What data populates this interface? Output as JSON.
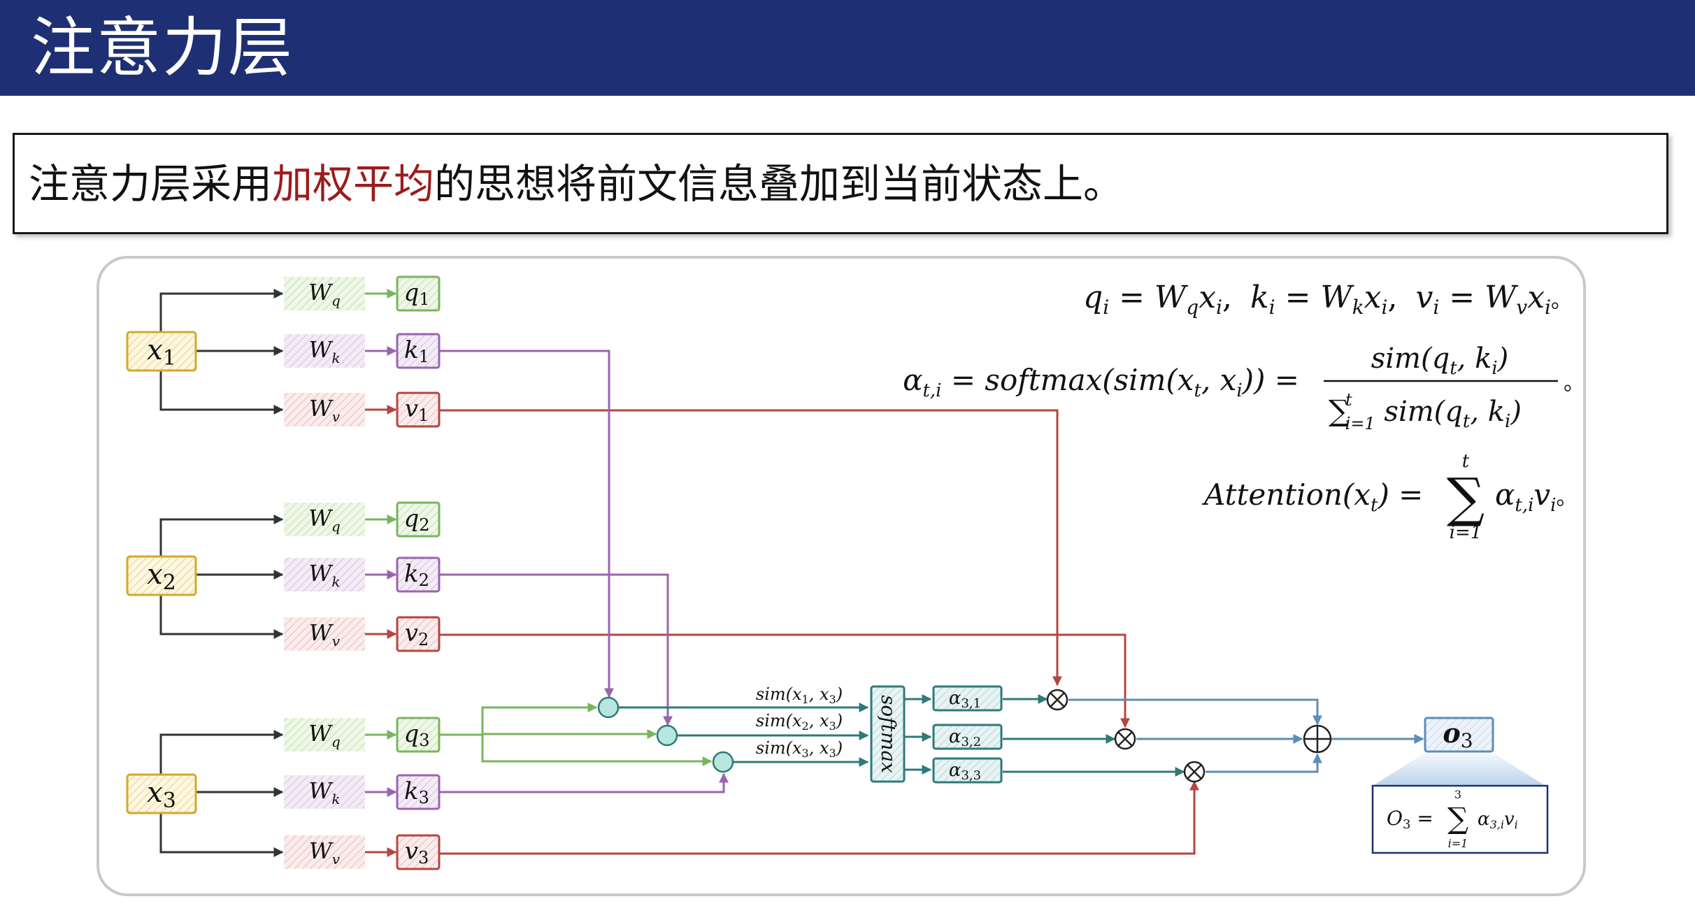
{
  "header": {
    "title": "注意力层"
  },
  "banner": {
    "before": "注意力层采用",
    "highlight": "加权平均",
    "after": "的思想将前文信息叠加到当前状态上。"
  },
  "colors": {
    "header_bg": "#1e3073",
    "highlight": "#9b1c1c",
    "query_green": "#7ab55c",
    "key_purple": "#9a64ad",
    "value_red": "#b5453f",
    "flow_blue": "#5b8db8",
    "teal": "#2f7a7a",
    "input_gold": "#d4a82a"
  },
  "diagram": {
    "inputs": [
      {
        "base": "x",
        "sub": "1",
        "wq": "W",
        "wq_sub": "q",
        "wk": "W",
        "wk_sub": "k",
        "wv": "W",
        "wv_sub": "v",
        "q": "q",
        "k": "k",
        "v": "v"
      },
      {
        "base": "x",
        "sub": "2",
        "wq": "W",
        "wq_sub": "q",
        "wk": "W",
        "wk_sub": "k",
        "wv": "W",
        "wv_sub": "v",
        "q": "q",
        "k": "k",
        "v": "v"
      },
      {
        "base": "x",
        "sub": "3",
        "wq": "W",
        "wq_sub": "q",
        "wk": "W",
        "wk_sub": "k",
        "wv": "W",
        "wv_sub": "v",
        "q": "q",
        "k": "k",
        "v": "v"
      }
    ],
    "sims": [
      {
        "fn": "sim(",
        "a": "x",
        "a_sub": "1",
        "sep": ", ",
        "b": "x",
        "b_sub": "3",
        "close": ")"
      },
      {
        "fn": "sim(",
        "a": "x",
        "a_sub": "2",
        "sep": ", ",
        "b": "x",
        "b_sub": "3",
        "close": ")"
      },
      {
        "fn": "sim(",
        "a": "x",
        "a_sub": "3",
        "sep": ", ",
        "b": "x",
        "b_sub": "3",
        "close": ")"
      }
    ],
    "softmax_label": "softmax",
    "alphas": [
      {
        "base": "α",
        "sub": "3,1"
      },
      {
        "base": "α",
        "sub": "3,2"
      },
      {
        "base": "α",
        "sub": "3,3"
      }
    ],
    "output": {
      "base": "o",
      "sub": "3"
    },
    "output_formula": {
      "lhs": "O",
      "lhs_sub": "3",
      "eq": " = ",
      "sum": "∑",
      "upper": "3",
      "lower": "i=1",
      "term": "α",
      "term_sub": "3,i",
      "v": "v",
      "v_sub": "i"
    }
  },
  "equations": {
    "eq1": {
      "q": "q",
      "i": "i",
      "eq": " = ",
      "Wq": "W",
      "q_sub": "q",
      "x": "x",
      "k": "k",
      "Wk": "W",
      "k_sub": "k",
      "v": "v",
      "Wv": "W",
      "v_sub": "v",
      "comma": ",",
      "end": "。"
    },
    "eq2": {
      "alpha": "α",
      "alpha_sub": "t,i",
      "eq": " = ",
      "rhs": "softmax(sim(x",
      "t_sub": "t",
      "mid": ", x",
      "i_sub": "i",
      "rhs_end": "))",
      "num": "sim(q",
      "num_t": "t",
      "num_mid": ", k",
      "num_i": "i",
      "num_end": ")",
      "den_sum": "∑",
      "den_upper": "t",
      "den_lower": "i=1",
      "den": " sim(q",
      "den_t": "t",
      "den_mid": ", k",
      "den_i": "i",
      "den_end": ")",
      "end": "。"
    },
    "eq3": {
      "lhs": "Attention(x",
      "lhs_sub": "t",
      "lhs_end": ")",
      "eq": " = ",
      "sum": "∑",
      "upper": "t",
      "lower": "i=1",
      "term": "α",
      "term_sub": "t,i",
      "v": "v",
      "v_sub": "i",
      "end": "。"
    }
  }
}
